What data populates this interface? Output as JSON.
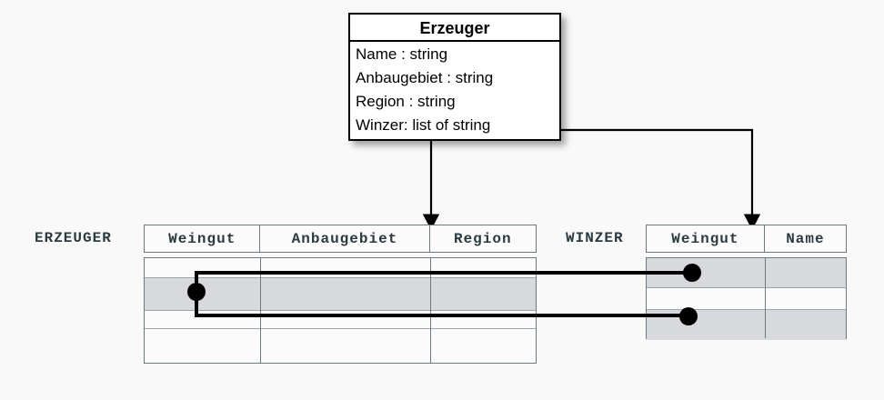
{
  "diagram": {
    "title": "Erzeuger class to relational tables mapping",
    "colors": {
      "stroke": "#000000",
      "table_border": "#6c7a80",
      "row_shade": "#d8d9dd",
      "label_text": "#2b3a40",
      "background": "#f9f9f9"
    }
  },
  "uml_class": {
    "name": "Erzeuger",
    "attributes": [
      "Name : string",
      "Anbaugebiet : string",
      "Region : string",
      "Winzer: list of string"
    ]
  },
  "tables": [
    {
      "label": "ERZEUGER",
      "columns": [
        "Weingut",
        "Anbaugebiet",
        "Region"
      ],
      "rows": [
        {
          "cells": [
            "",
            "",
            ""
          ],
          "shaded": false
        },
        {
          "cells": [
            "",
            "",
            ""
          ],
          "shaded": true
        },
        {
          "cells": [
            "",
            "",
            ""
          ],
          "shaded": false
        },
        {
          "cells": [
            "",
            "",
            ""
          ],
          "shaded": false
        }
      ]
    },
    {
      "label": "WINZER",
      "columns": [
        "Weingut",
        "Name"
      ],
      "rows": [
        {
          "cells": [
            "",
            ""
          ],
          "shaded": true
        },
        {
          "cells": [
            "",
            ""
          ],
          "shaded": false
        },
        {
          "cells": [
            "",
            ""
          ],
          "shaded": true
        }
      ]
    }
  ],
  "connectors": [
    {
      "name": "erzeuger-class-to-erzeuger-table",
      "kind": "arrow"
    },
    {
      "name": "winzer-attribute-to-winzer-table",
      "kind": "arrow"
    },
    {
      "name": "erzeuger-row-to-winzer-row-1",
      "kind": "link"
    },
    {
      "name": "erzeuger-row-to-winzer-row-3",
      "kind": "link"
    }
  ]
}
